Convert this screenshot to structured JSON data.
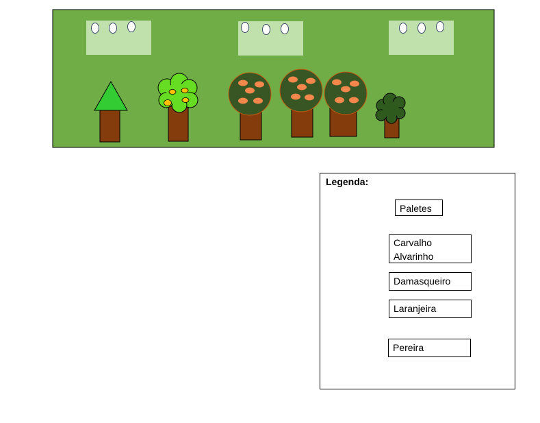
{
  "legend": {
    "title": "Legenda:",
    "items": [
      {
        "key": "paletes",
        "label": "Paletes"
      },
      {
        "key": "carvalho",
        "label": "Carvalho Alvarinho"
      },
      {
        "key": "damasqueiro",
        "label": "Damasqueiro"
      },
      {
        "key": "laranjeira",
        "label": "Laranjeira"
      },
      {
        "key": "pereira",
        "label": "Pereira"
      }
    ]
  },
  "colors": {
    "field": "#70ad47",
    "palete": "#c9e5b7",
    "trunk": "#843c0c",
    "carvalho_leaf": "#33cc33",
    "damasqueiro_leaf": "#66dd22",
    "damasqueiro_fruit": "#ffc000",
    "orange_crown": "#375623",
    "orange_fruit": "#f4874b",
    "pereira_leaf": "#2f5a1e"
  }
}
